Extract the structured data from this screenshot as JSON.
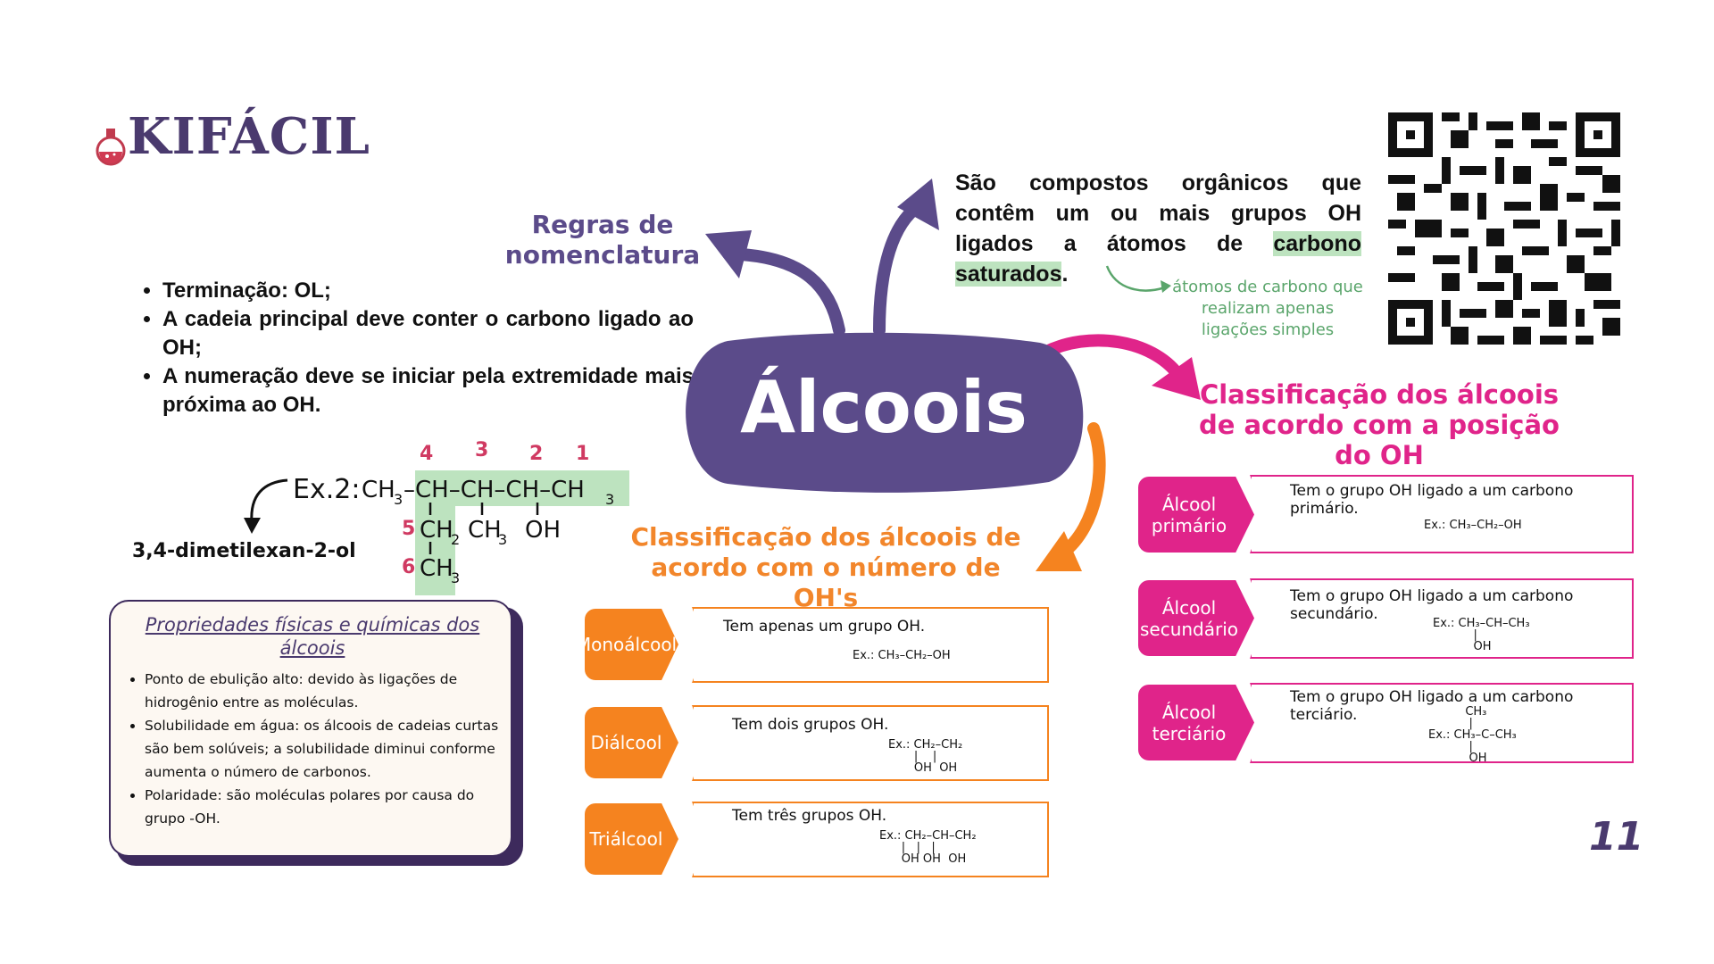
{
  "logo": {
    "text": "KIFÁCIL",
    "icon": "flask-icon"
  },
  "center": {
    "title": "Álcoois"
  },
  "nomenclature": {
    "heading": "Regras de nomenclatura",
    "rules": [
      "Terminação: OL;",
      "A cadeia principal deve conter o carbono ligado ao OH;",
      "A numeração deve se iniciar pela extremidade mais próxima ao OH."
    ]
  },
  "definition": {
    "text_before": "São compostos orgânicos que contêm um ou mais grupos OH ligados a átomos de ",
    "highlight": "carbono saturados",
    "text_after": ".",
    "note": "átomos de carbono que realizam apenas ligações simples"
  },
  "example": {
    "label": "Ex.2:",
    "name": "3,4-dimetilexan-2-ol",
    "numbers": [
      "4",
      "3",
      "2",
      "1",
      "5",
      "6"
    ]
  },
  "classification_number": {
    "heading": "Classificação dos álcoois de acordo com o número de OH's",
    "items": [
      {
        "tag": "Monoálcool",
        "desc": "Tem apenas um grupo OH."
      },
      {
        "tag": "Diálcool",
        "desc": "Tem dois grupos OH."
      },
      {
        "tag": "Triálcool",
        "desc": "Tem três grupos OH."
      }
    ]
  },
  "classification_position": {
    "heading": "Classificação dos álcoois de acordo com a posição do OH",
    "items": [
      {
        "tag": "Álcool primário",
        "desc": "Tem o grupo OH ligado a um carbono primário."
      },
      {
        "tag": "Álcool secundário",
        "desc": "Tem o grupo OH ligado a um carbono secundário."
      },
      {
        "tag": "Álcool terciário",
        "desc": "Tem o grupo OH ligado a um carbono terciário."
      }
    ]
  },
  "properties": {
    "title": "Propriedades físicas e químicas dos álcoois",
    "items": [
      "Ponto de ebulição alto: devido às ligações de hidrogênio entre as moléculas.",
      "Solubilidade em água: os álcoois de cadeias curtas são bem solúveis; a solubilidade diminui conforme aumenta o número de carbonos.",
      "Polaridade: são moléculas polares por causa do grupo -OH."
    ]
  },
  "page_number": "11",
  "colors": {
    "purple": "#5b4b8a",
    "orange": "#f5831f",
    "pink": "#e0248a",
    "green_highlight": "#bde3bf",
    "green_text": "#5aa56b"
  }
}
